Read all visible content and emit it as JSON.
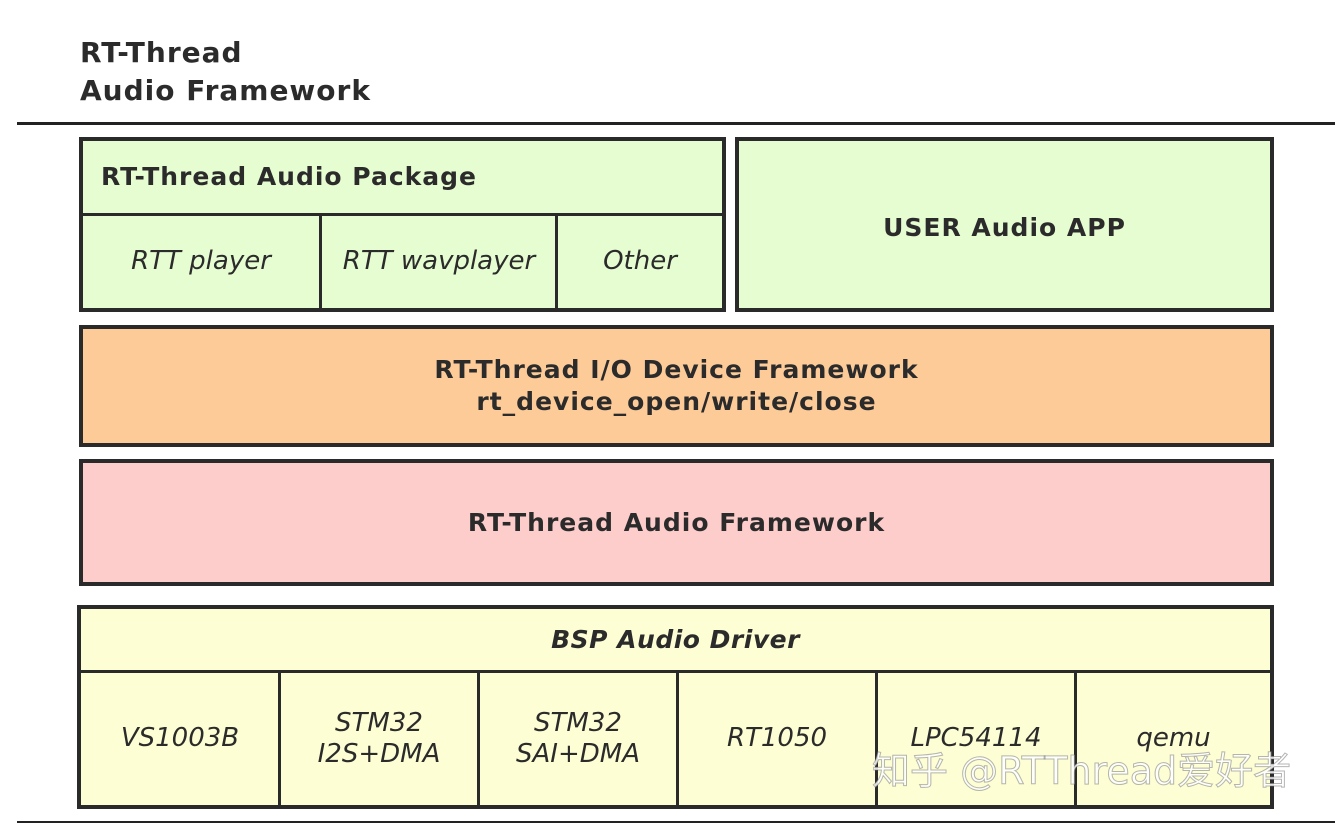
{
  "title": {
    "line1": "RT-Thread",
    "line2": "Audio Framework"
  },
  "colors": {
    "green": "#e6fdd1",
    "orange": "#fdcb98",
    "pink": "#fdcdcb",
    "yellow": "#fefed4",
    "border": "#2a2a2a"
  },
  "package": {
    "header": "RT-Thread Audio Package",
    "items": [
      "RTT player",
      "RTT wavplayer",
      "Other"
    ]
  },
  "user_app": "USER Audio APP",
  "io_framework": {
    "line1": "RT-Thread I/O Device Framework",
    "line2": "rt_device_open/write/close"
  },
  "audio_framework": "RT-Thread Audio Framework",
  "bsp": {
    "header": "BSP Audio Driver",
    "items": [
      "VS1003B",
      "STM32\nI2S+DMA",
      "STM32\nSAI+DMA",
      "RT1050",
      "LPC54114",
      "qemu"
    ]
  },
  "watermark": "知乎 @RTThread爱好者"
}
